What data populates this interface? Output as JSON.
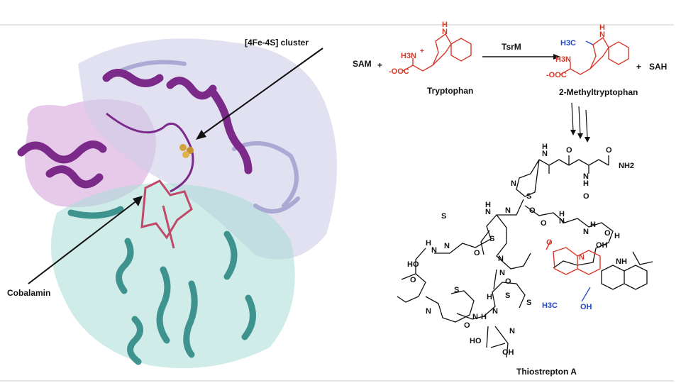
{
  "protein_panel": {
    "cluster_label": "[4Fe-4S] cluster",
    "cobalamin_label": "Cobalamin",
    "colors": {
      "radical_sam_domain": "#7b2a8a",
      "cobalamin_domain": "#2f8a85",
      "cterm_domain": "#b9b8dc",
      "cofactor": "#c04a6a",
      "cluster": "#d4a23a"
    }
  },
  "reaction": {
    "cosubstrate": "SAM",
    "plus1": "+",
    "substrate_name": "Tryptophan",
    "enzyme": "TsrM",
    "product_name": "2-Methyltryptophan",
    "plus2": "+",
    "coproduct": "SAH",
    "trp_atoms": {
      "nh": "H",
      "n": "N",
      "amine": "H3N",
      "charge": "+",
      "carboxylate": "-OOC"
    },
    "mtrp_atoms": {
      "nh": "H",
      "n": "N",
      "methyl": "H3C",
      "amine": "H3N",
      "carboxylate": "-OOC"
    }
  },
  "natural_product": {
    "name": "Thiostrepton A",
    "atoms": [
      "N",
      "H",
      "O",
      "O",
      "N",
      "H",
      "NH2",
      "S",
      "N",
      "N",
      "O",
      "H",
      "N",
      "O",
      "N",
      "H",
      "O",
      "S",
      "N",
      "H",
      "N",
      "S",
      "N",
      "HO",
      "N",
      "H",
      "O",
      "O",
      "O",
      "N",
      "OH",
      "NH",
      "N",
      "S",
      "O",
      "H3C",
      "OH",
      "N",
      "S",
      "N",
      "H",
      "O",
      "HO",
      "OH",
      "N",
      "H",
      "S",
      "H",
      "N",
      "O"
    ]
  },
  "colors": {
    "highlight_red": "#d7382a",
    "highlight_blue": "#2447c2"
  }
}
